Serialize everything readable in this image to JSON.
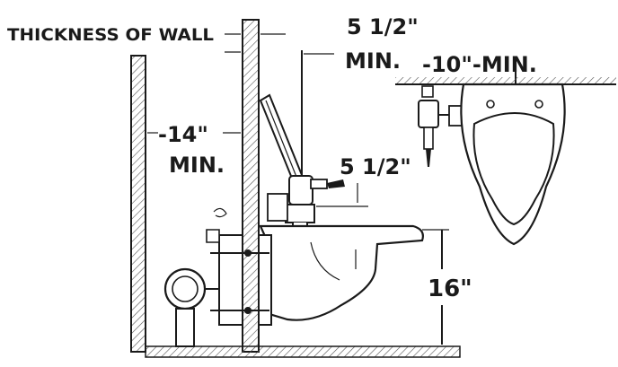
{
  "labels": {
    "thickness_of_wall": "THICKNESS OF WALL",
    "clearance_top": "5 1/2\"",
    "clearance_top_min": "MIN.",
    "flush_valve_height": "5 1/2\"",
    "width_min": "-10\"-MIN.",
    "wall_clearance": "-14\"",
    "wall_clearance_min": "MIN.",
    "rim_height": "16\""
  },
  "colors": {
    "ink": "#1a1a1a",
    "hatch": "#555555",
    "background": "#ffffff"
  }
}
